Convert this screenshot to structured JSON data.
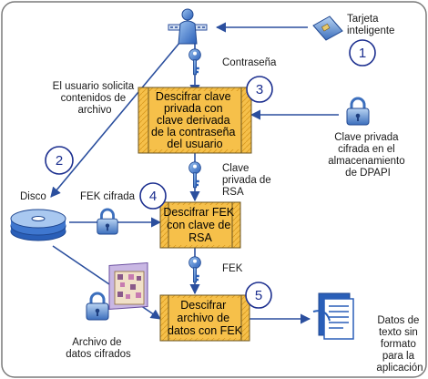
{
  "labels": {
    "smartcard": [
      "Tarjeta",
      "inteligente"
    ],
    "password": "Contraseña",
    "user_request": [
      "El usuario solicita",
      "contenidos de",
      "archivo"
    ],
    "dpapi_key": [
      "Clave privada",
      "cifrada en el",
      "almacenamiento",
      "de DPAPI"
    ],
    "rsa_private_key": [
      "Clave",
      "privada de",
      "RSA"
    ],
    "disk": "Disco",
    "encrypted_fek": "FEK cifrada",
    "fek": "FEK",
    "encrypted_file": [
      "Archivo de",
      "datos cifrados"
    ],
    "plaintext": [
      "Datos de",
      "texto sin",
      "formato",
      "para la",
      "aplicación"
    ]
  },
  "boxes": {
    "step3": [
      "Descifrar clave",
      "privada con",
      "clave derivada",
      "de la contraseña",
      "del usuario"
    ],
    "step4": [
      "Descifrar FEK",
      "con clave de",
      "RSA"
    ],
    "step5": [
      "Descifrar",
      "archivo de",
      "datos con FEK"
    ]
  },
  "steps": [
    "1",
    "2",
    "3",
    "4",
    "5"
  ],
  "icons": [
    "user-icon",
    "smartcard-icon",
    "key-icon",
    "lock-icon",
    "disk-icon",
    "encrypted-file-icon",
    "document-icon"
  ],
  "colors": {
    "box_fill": "#f6c04a",
    "box_stroke": "#6b5520",
    "arrow": "#2b4f9e",
    "circle": "#1c2f8f",
    "key": "#3b70c6"
  }
}
